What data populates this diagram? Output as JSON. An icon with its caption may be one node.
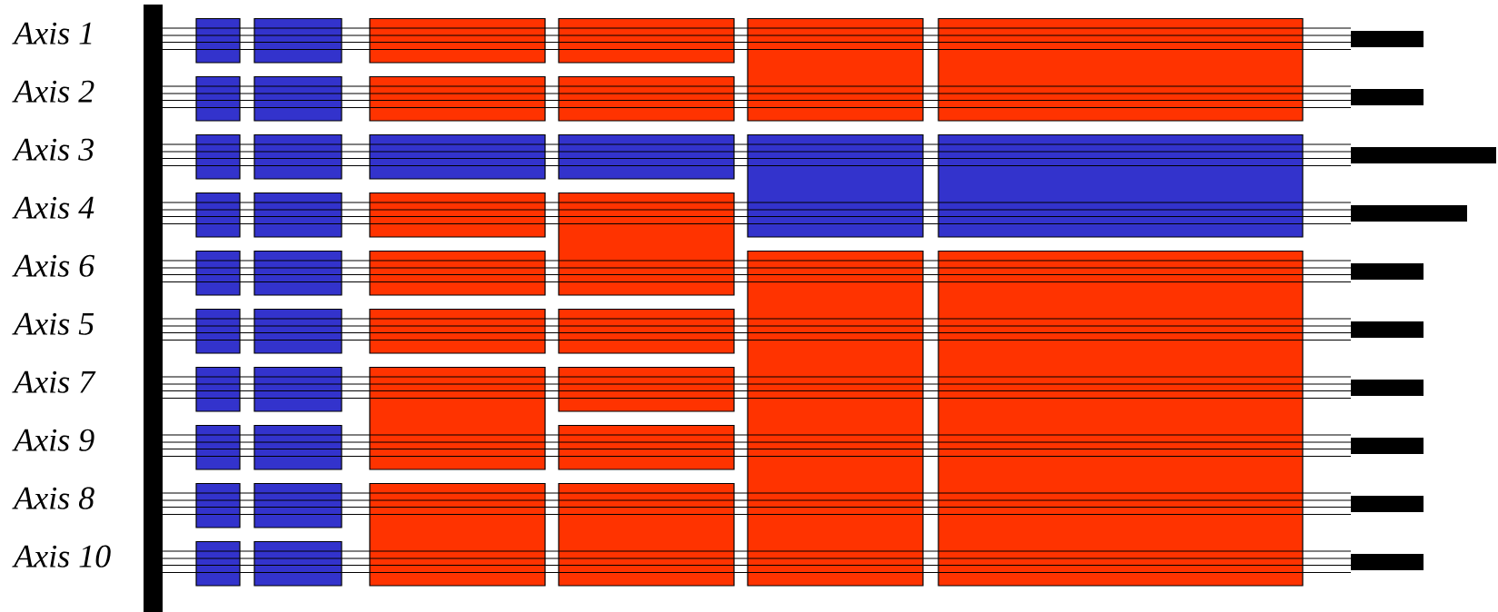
{
  "diagram": {
    "labels": [
      "Axis 1",
      "Axis 2",
      "Axis 3",
      "Axis 4",
      "Axis 6",
      "Axis 5",
      "Axis 7",
      "Axis 9",
      "Axis 8",
      "Axis 10"
    ]
  }
}
